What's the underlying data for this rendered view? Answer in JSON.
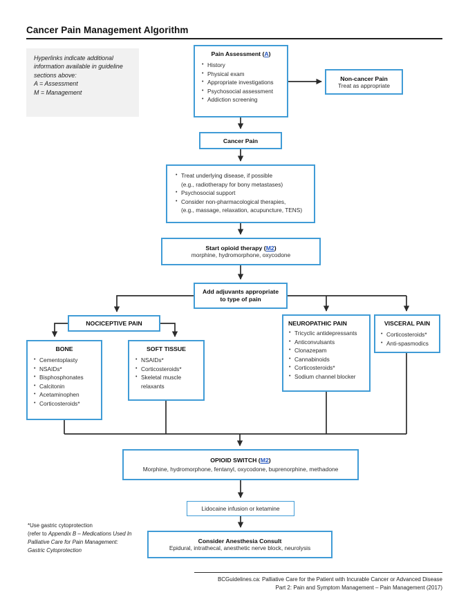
{
  "page": {
    "title": "Cancer Pain Management Algorithm",
    "note": {
      "line1": "Hyperlinks indicate additional information available in guideline sections above:",
      "line2": "A = Assessment",
      "line3": "M = Management"
    }
  },
  "boxes": {
    "pain_assessment": {
      "title_prefix": "Pain Assessment (",
      "link": "A",
      "title_suffix": ")",
      "items": [
        "History",
        "Physical exam",
        "Appropriate investigations",
        "Psychosocial assessment",
        "Addiction screening"
      ]
    },
    "non_cancer": {
      "title": "Non-cancer Pain",
      "subtitle": "Treat as appropriate"
    },
    "cancer_pain": {
      "title": "Cancer Pain"
    },
    "initial_management": {
      "items": [
        {
          "text": "Treat underlying disease, if possible",
          "cont": "(e.g., radiotherapy for bony metastases)"
        },
        {
          "text": "Psychosocial support"
        },
        {
          "text": "Consider non-pharmacological therapies,",
          "cont": "(e.g., massage, relaxation, acupuncture, TENS)"
        }
      ]
    },
    "start_opioid": {
      "title_prefix": "Start opioid therapy (",
      "link": "M2",
      "title_suffix": ")",
      "subtitle": "morphine, hydromorphone, oxycodone"
    },
    "add_adjuvants": {
      "title": "Add adjuvants appropriate to type of pain"
    },
    "nociceptive": {
      "title": "NOCICEPTIVE PAIN"
    },
    "bone": {
      "title": "BONE",
      "items": [
        "Cementoplasty",
        "NSAIDs*",
        "Bisphosphonates",
        "Calcitonin",
        "Acetaminophen",
        "Corticosteroids*"
      ]
    },
    "soft_tissue": {
      "title": "SOFT TISSUE",
      "items": [
        "NSAIDs*",
        "Corticosteroids*",
        "Skeletal muscle relaxants"
      ]
    },
    "neuropathic": {
      "title": "NEUROPATHIC PAIN",
      "items": [
        "Tricyclic antidepressants",
        "Anticonvulsants",
        "Clonazepam",
        "Cannabinoids",
        "Corticosteroids*",
        "Sodium channel blocker"
      ]
    },
    "visceral": {
      "title": "VISCERAL PAIN",
      "items": [
        "Corticosteroids*",
        "Anti-spasmodics"
      ]
    },
    "opioid_switch": {
      "title_prefix": "OPIOID SWITCH (",
      "link": "M2",
      "title_suffix": ")",
      "subtitle": "Morphine, hydromorphone, fentanyl, oxycodone, buprenorphine, methadone"
    },
    "lidocaine": {
      "title": "Lidocaine infusion or ketamine"
    },
    "anesthesia": {
      "title": "Consider Anesthesia Consult",
      "subtitle": "Epidural, intrathecal, anesthetic nerve block, neurolysis"
    }
  },
  "footnote": {
    "line1": "*Use gastric cytoprotection",
    "line2_prefix": "(refer to ",
    "italic_text": "Appendix B – Medications Used In Palliative Care for Pain Management: Gastric Cytoprotection"
  },
  "footer": {
    "line1": "BCGuidelines.ca: Palliative Care for the Patient with Incurable Cancer or Advanced Disease",
    "line2": "Part 2: Pain and Symptom Management – Pain Management  (2017)"
  },
  "colors": {
    "box_border": "#3f9bd6",
    "link": "#2456c0",
    "line": "#2b2b2b"
  }
}
